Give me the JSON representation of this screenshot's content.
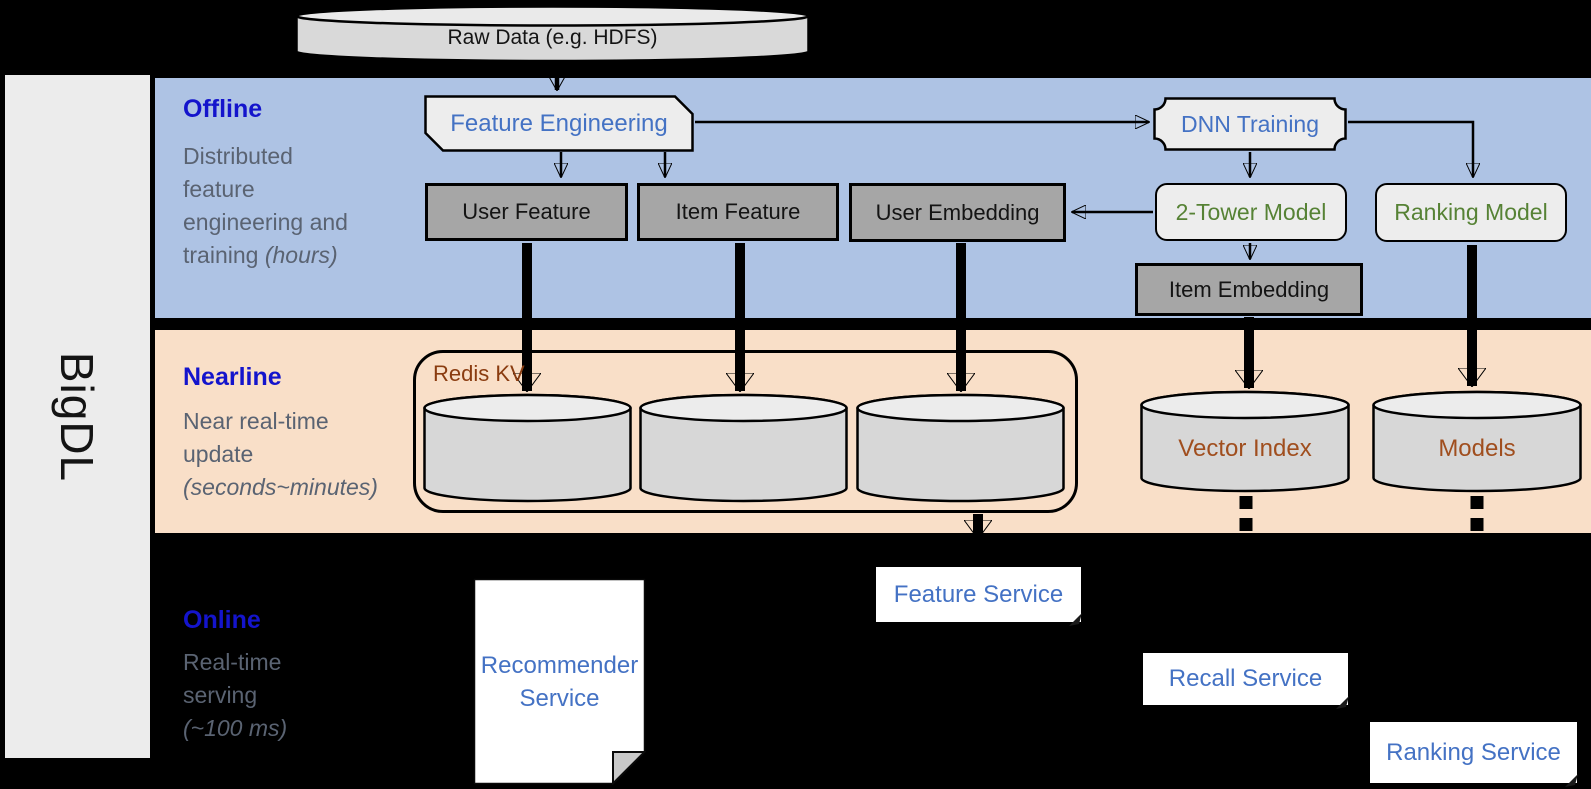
{
  "brand": {
    "name": "BigDL"
  },
  "bands": {
    "offline": {
      "title": "Offline",
      "line1": "Distributed",
      "line2": "feature",
      "line3": "engineering and",
      "line4a": "training ",
      "line4b": "(hours)"
    },
    "nearline": {
      "title": "Nearline",
      "line1": "Near real-time",
      "line2": "update",
      "line3": "(seconds~minutes)"
    },
    "online": {
      "title": "Online",
      "line1": "Real-time",
      "line2": "serving",
      "line3": "(~100 ms)"
    }
  },
  "nodes": {
    "raw_data": "Raw Data (e.g. HDFS)",
    "feature_engineering": "Feature Engineering",
    "dnn_training": "DNN Training",
    "user_feature": "User Feature",
    "item_feature": "Item Feature",
    "user_embedding": "User Embedding",
    "two_tower_model": "2-Tower Model",
    "ranking_model": "Ranking Model",
    "item_embedding": "Item Embedding",
    "redis_kv": "Redis KV",
    "vector_index": "Vector Index",
    "models": "Models",
    "recommender_service_line1": "Recommender",
    "recommender_service_line2": "Service",
    "feature_service": "Feature Service",
    "recall_service": "Recall Service",
    "ranking_service": "Ranking Service"
  },
  "colors": {
    "background": "#000000",
    "sidebar": "#ececec",
    "offline_band": "#aec3e4",
    "nearline_band": "#f9dfc8",
    "band_title_blue": "#1414cc",
    "band_desc_gray": "#5a6372",
    "process_label_blue": "#4472c4",
    "model_label_green": "#568235",
    "store_label_brown": "#a04e1e",
    "redis_label_brown": "#8a3c10",
    "gray_box_fill": "#a6a6a6",
    "light_box_fill": "#ededed",
    "cylinder_fill": "#d7d7d7"
  }
}
